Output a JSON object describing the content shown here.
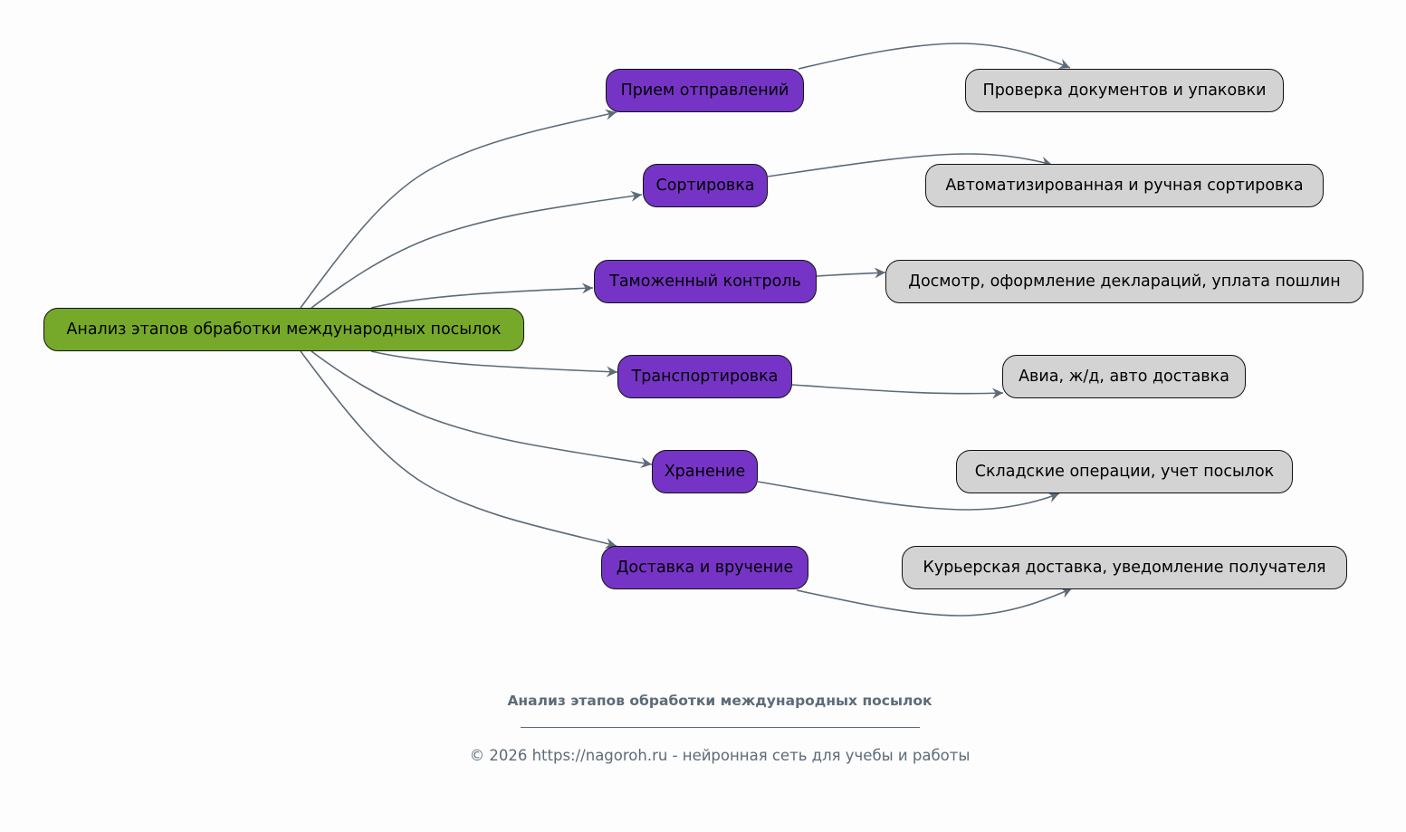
{
  "diagram": {
    "colors": {
      "root_fill": "#76a92a",
      "stage_fill": "#7634c7",
      "detail_fill": "#d3d3d3",
      "edge": "#5d6b78",
      "border": "#111111"
    },
    "root": {
      "label": "Анализ этапов обработки международных посылок"
    },
    "stages": [
      {
        "label": "Прием отправлений",
        "detail": "Проверка документов и упаковки"
      },
      {
        "label": "Сортировка",
        "detail": "Автоматизированная и ручная сортировка"
      },
      {
        "label": "Таможенный контроль",
        "detail": "Досмотр, оформление деклараций, уплата пошлин"
      },
      {
        "label": "Транспортировка",
        "detail": "Авиа, ж/д, авто доставка"
      },
      {
        "label": "Хранение",
        "detail": "Складские операции, учет посылок"
      },
      {
        "label": "Доставка и вручение",
        "detail": "Курьерская доставка, уведомление получателя"
      }
    ]
  },
  "footer": {
    "title": "Анализ этапов обработки международных посылок",
    "rule": "______________________________________________",
    "copyright": "© 2026 https://nagoroh.ru - нейронная сеть для учебы и работы"
  }
}
